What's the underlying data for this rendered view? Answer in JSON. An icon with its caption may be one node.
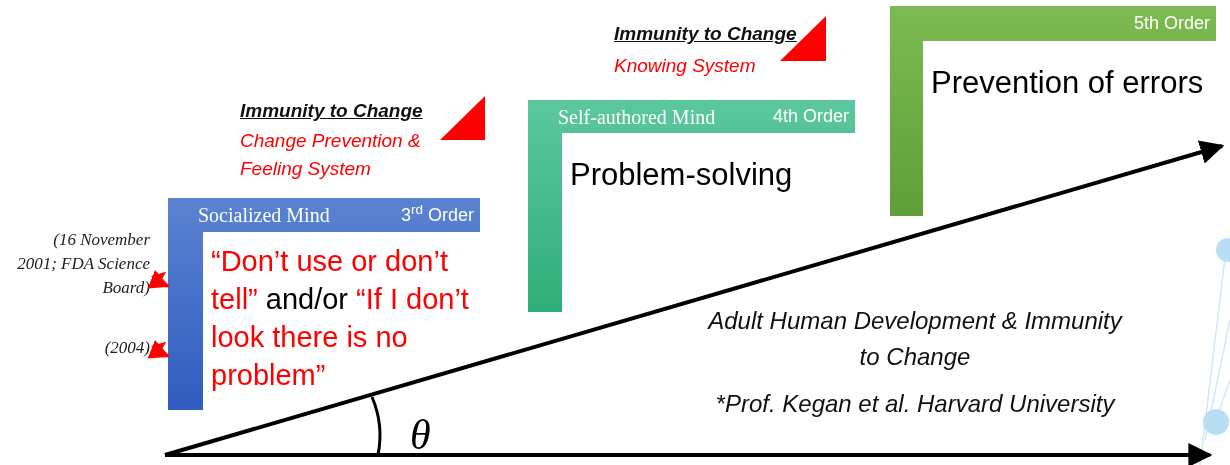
{
  "diagram": {
    "nodes": [
      {
        "text": [
          "Socialized Mind",
          "3$^{rd}$ Order",
          "“Don’t use or don’t tell”",
          "and/or",
          "“If I don’t look there is no problem”"
        ]
      },
      {
        "text": [
          "Self-authored Mind",
          "4th Order",
          "Problem-solving"
        ]
      },
      {
        "text": [
          "5th Order",
          "Prevention of errors"
        ]
      },
      {
        "text": [
          "(16 November 2001; FDA Science Board)"
        ]
      },
      {
        "text": [
          "(2004)"
        ]
      }
    ],
    "edges": [
      {
        "from": 3,
        "to": 0,
        "arrow": "to",
        "color": "#ff0000"
      },
      {
        "from": 4,
        "to": 0,
        "arrow": "to",
        "color": "#ff0000"
      }
    ],
    "labels": [
      "Immunity to Change",
      "Knowing System",
      "Immunity to Change",
      "Change Prevention & Feeling System",
      "θ",
      "Adult Human Development & Immunity to Change",
      "*Prof. Kegan et al. Harvard University"
    ]
  }
}
